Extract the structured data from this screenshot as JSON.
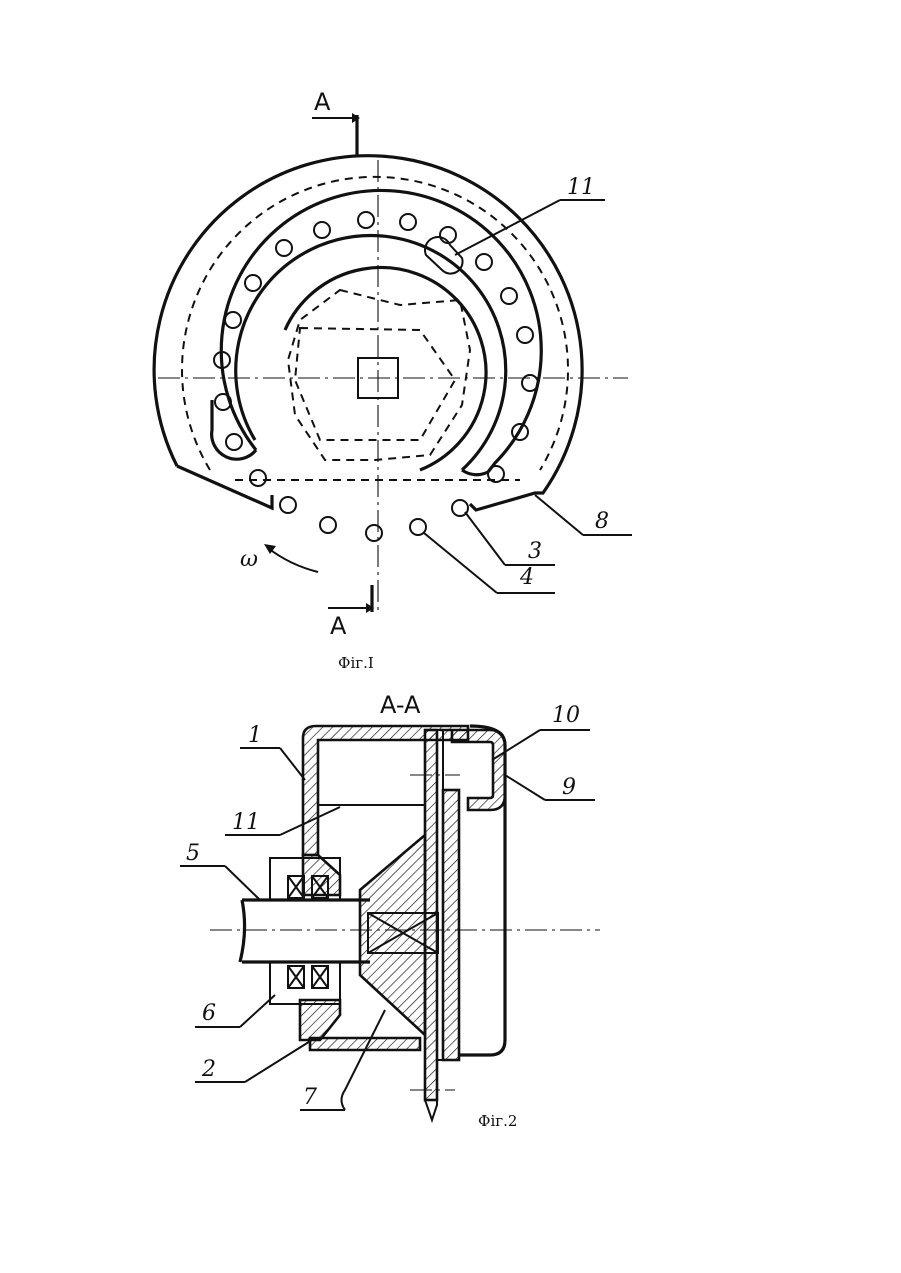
{
  "figure1": {
    "caption": "Фіг.І",
    "section_marks": [
      "A",
      "A"
    ],
    "omega": "ω",
    "callouts": [
      "11",
      "8",
      "3",
      "4"
    ]
  },
  "figure2": {
    "caption": "Фіг.2",
    "section_title": "A-A",
    "callouts": [
      "1",
      "10",
      "9",
      "11",
      "5",
      "6",
      "2",
      "7"
    ]
  }
}
